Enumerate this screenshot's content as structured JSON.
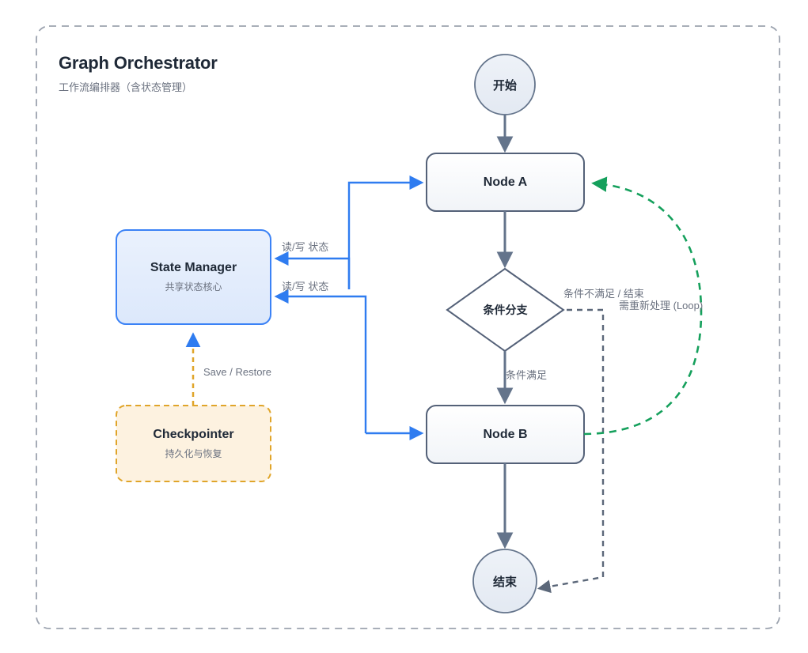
{
  "container": {
    "title": "Graph Orchestrator",
    "subtitle": "工作流编排器（含状态管理）",
    "border_color": "#9ca3af",
    "background": "#ffffff"
  },
  "nodes": {
    "start": {
      "label": "开始",
      "shape": "circle",
      "fill": "#e8edf5",
      "stroke": "#64748b"
    },
    "node_a": {
      "label": "Node A",
      "shape": "rounded-rect",
      "fill": "#f8fafc",
      "stroke": "#546178"
    },
    "decision": {
      "label": "条件分支",
      "shape": "diamond",
      "fill": "#ffffff",
      "stroke": "#546178"
    },
    "node_b": {
      "label": "Node B",
      "shape": "rounded-rect",
      "fill": "#f8fafc",
      "stroke": "#546178"
    },
    "end": {
      "label": "结束",
      "shape": "circle",
      "fill": "#e8edf5",
      "stroke": "#64748b"
    },
    "state_manager": {
      "label": "State Manager",
      "sublabel": "共享状态核心",
      "shape": "rounded-rect",
      "fill": "#e4edfb",
      "stroke": "#3b82f6"
    },
    "checkpointer": {
      "label": "Checkpointer",
      "sublabel": "持久化与恢复",
      "shape": "rounded-rect-dashed",
      "fill": "#fdf2e0",
      "stroke": "#e0a52a"
    }
  },
  "edges": {
    "node_a_read_write": {
      "label": "读/写 状态",
      "color": "#3b82f6",
      "style": "solid"
    },
    "node_b_read_write": {
      "label": "读/写 状态",
      "color": "#3b82f6",
      "style": "solid"
    },
    "save_restore": {
      "label": "Save / Restore",
      "color": "#e0a52a",
      "style": "dashed"
    },
    "condition_met": {
      "label": "条件满足",
      "color": "#64748b",
      "style": "solid"
    },
    "condition_not_met": {
      "label": "条件不满足 / 结束",
      "color": "#64748b",
      "style": "dashed"
    },
    "loop_back": {
      "label": "需重新处理 (Loop)",
      "color": "#16a34a",
      "style": "dashed"
    }
  },
  "colors": {
    "accent_blue": "#3b82f6",
    "accent_green": "#16a34a",
    "accent_orange": "#e0a52a",
    "slate": "#546178",
    "text_dark": "#1f2937",
    "text_muted": "#6b7280"
  }
}
